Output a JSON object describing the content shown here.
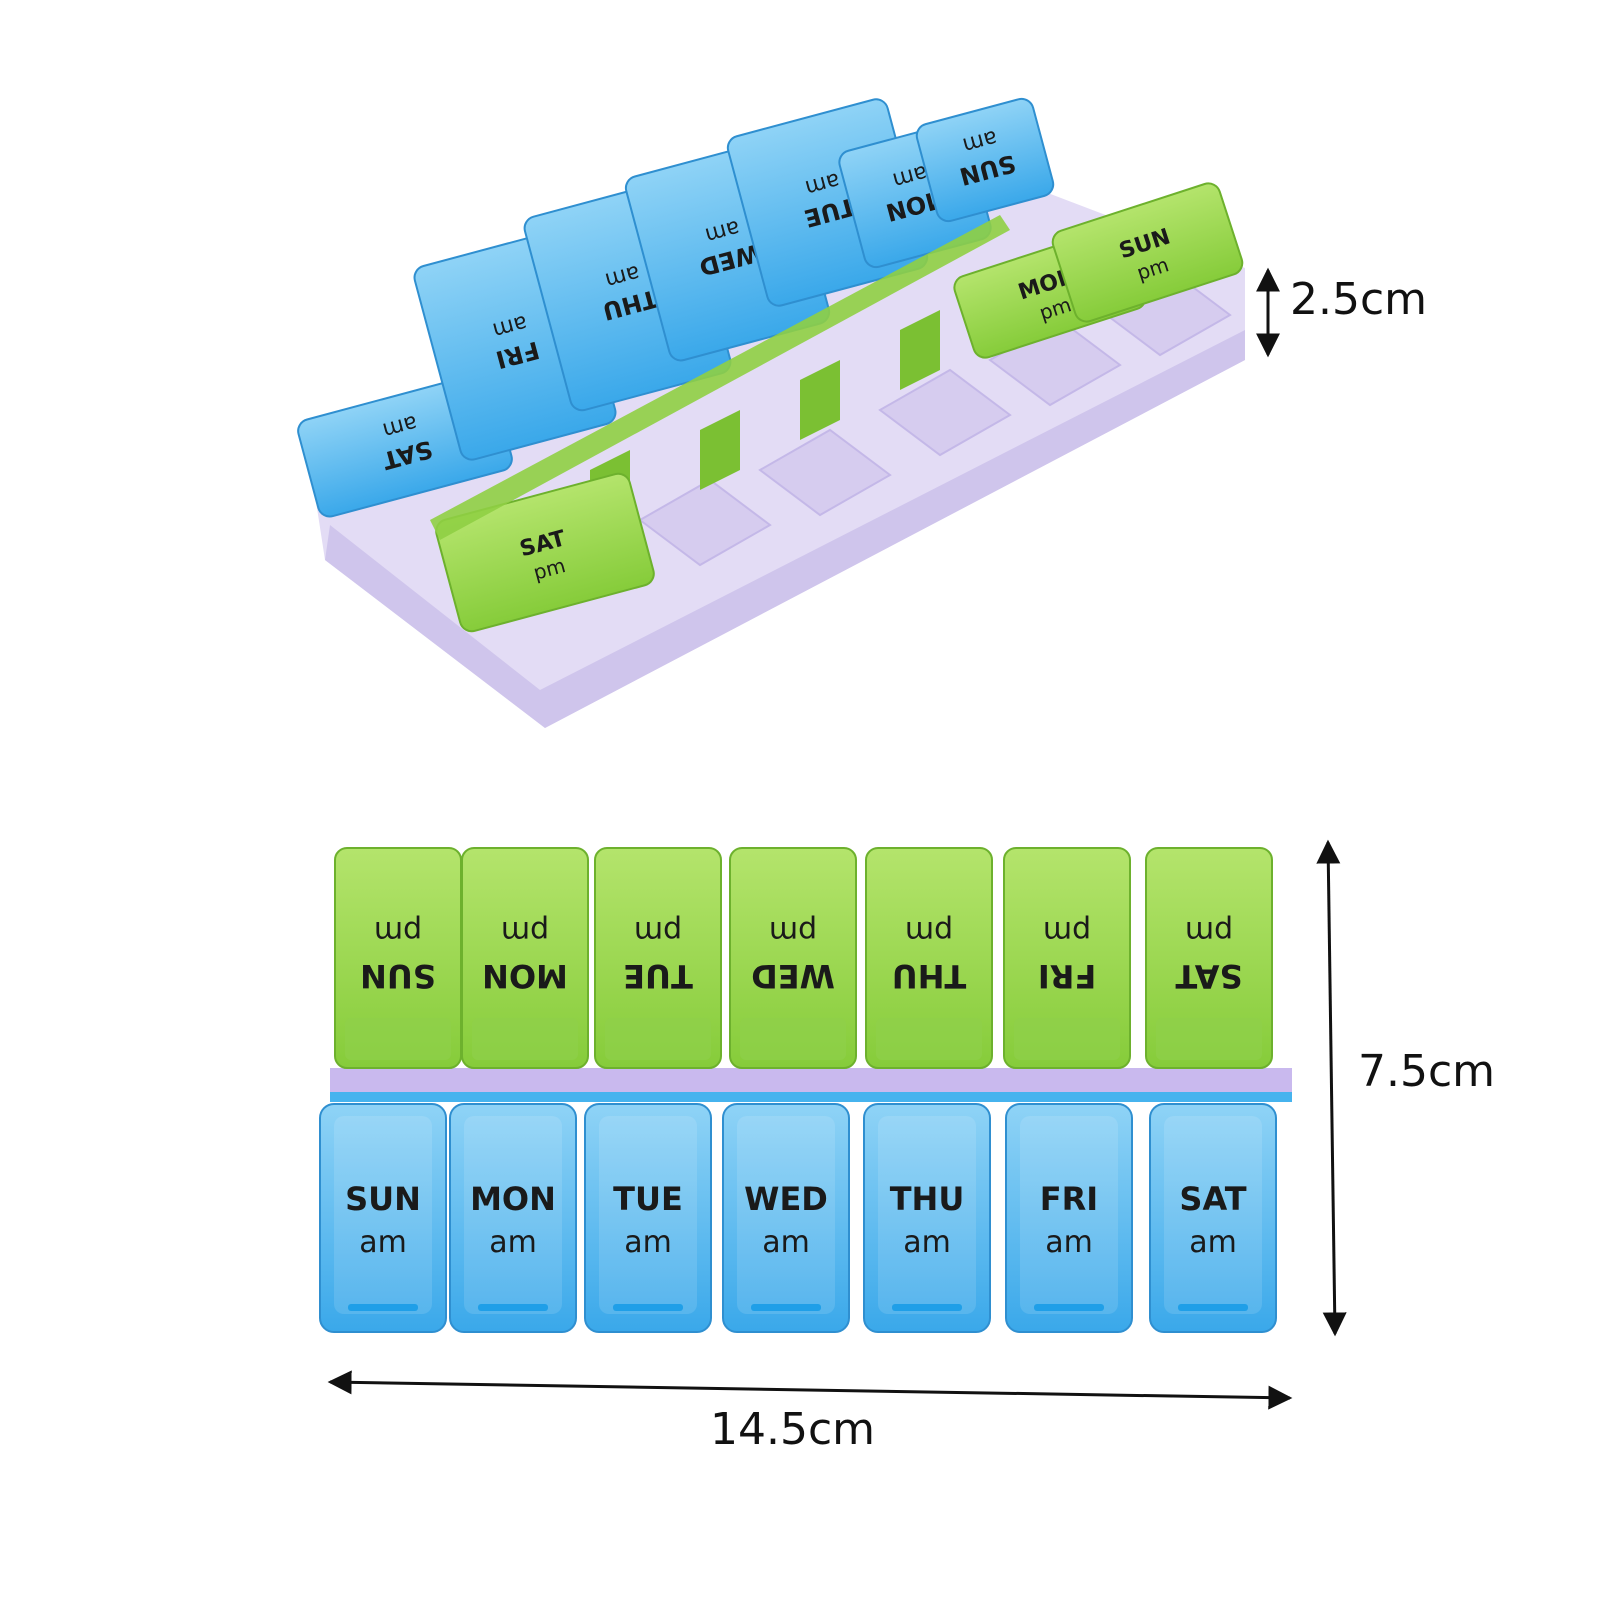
{
  "colors": {
    "blue_lid": "#5fbef0",
    "blue_lid_dark": "#3b97d6",
    "green_lid": "#98d94a",
    "green_lid_dark": "#6fb52c",
    "tray": "#ddd6f2",
    "tray_shadow": "#c8bfe6"
  },
  "dimensions": {
    "height": "2.5cm",
    "depth": "7.5cm",
    "width": "14.5cm"
  },
  "top_view": {
    "pm_row": [
      {
        "day": "SUN",
        "period": "pm"
      },
      {
        "day": "MON",
        "period": "pm"
      },
      {
        "day": "TUE",
        "period": "pm"
      },
      {
        "day": "WED",
        "period": "pm"
      },
      {
        "day": "THU",
        "period": "pm"
      },
      {
        "day": "FRI",
        "period": "pm"
      },
      {
        "day": "SAT",
        "period": "pm"
      }
    ],
    "am_row": [
      {
        "day": "SUN",
        "period": "am"
      },
      {
        "day": "MON",
        "period": "am"
      },
      {
        "day": "TUE",
        "period": "am"
      },
      {
        "day": "WED",
        "period": "am"
      },
      {
        "day": "THU",
        "period": "am"
      },
      {
        "day": "FRI",
        "period": "am"
      },
      {
        "day": "SAT",
        "period": "am"
      }
    ]
  },
  "open_view": {
    "am_lids": [
      {
        "day": "SAT",
        "period": "am"
      },
      {
        "day": "FRI",
        "period": "am"
      },
      {
        "day": "THU",
        "period": "am"
      },
      {
        "day": "WED",
        "period": "am"
      },
      {
        "day": "TUE",
        "period": "am"
      },
      {
        "day": "MON",
        "period": "am"
      },
      {
        "day": "SUN",
        "period": "am"
      }
    ],
    "pm_lids": [
      {
        "day": "SAT",
        "period": "pm"
      },
      {
        "day": "MON",
        "period": "pm"
      },
      {
        "day": "SUN",
        "period": "pm"
      }
    ]
  }
}
